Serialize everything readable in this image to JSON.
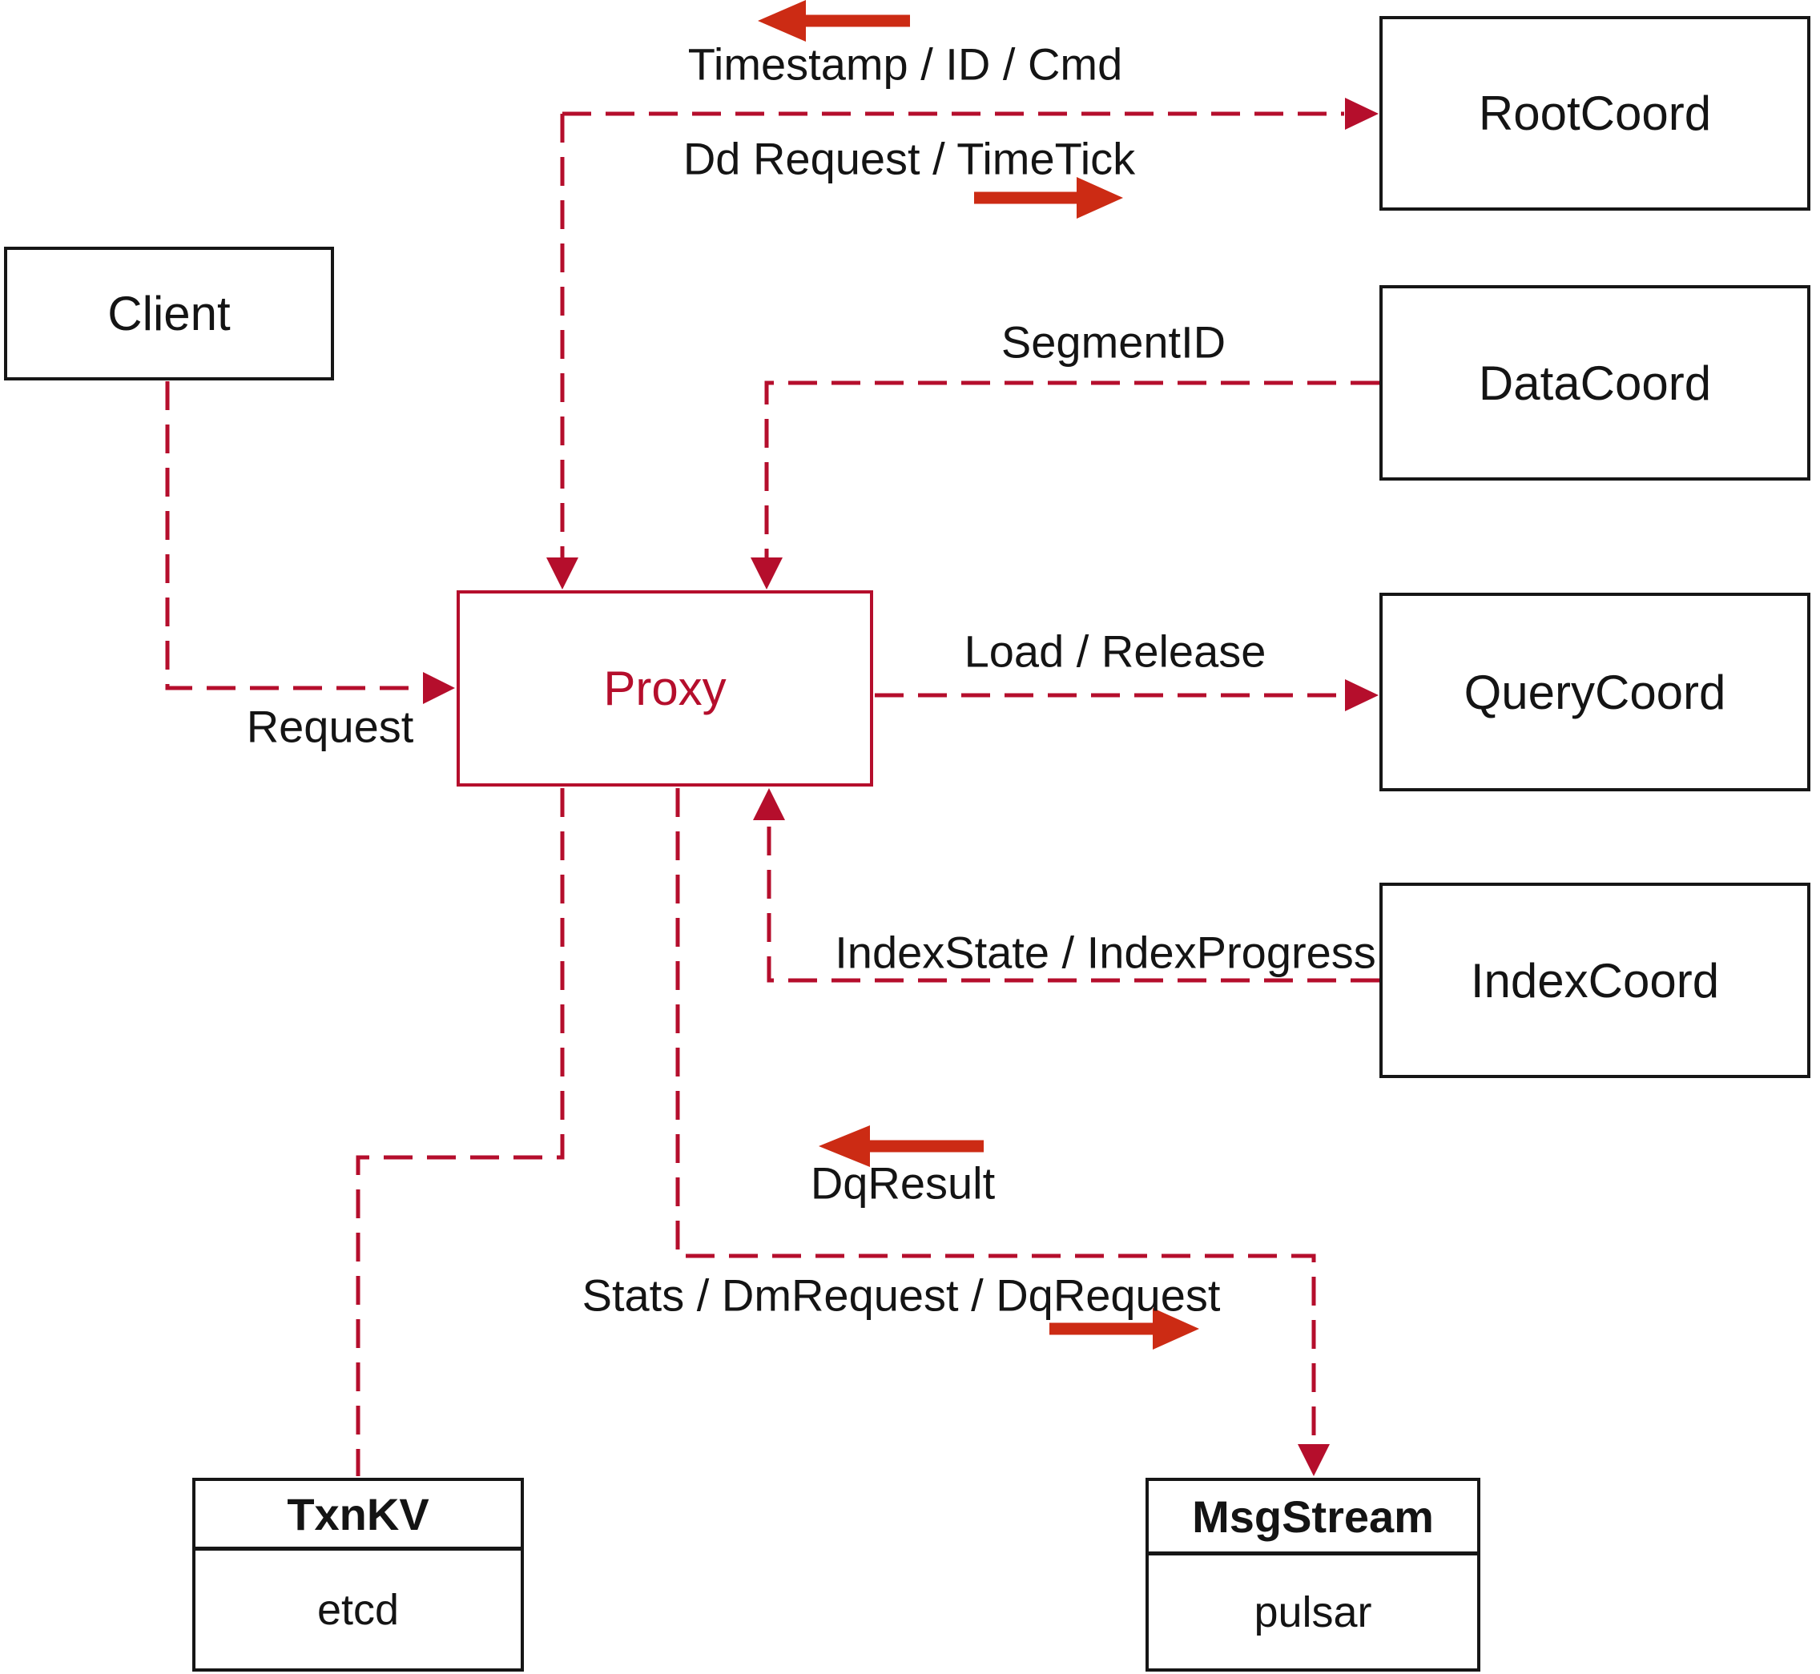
{
  "diagram": {
    "nodes": {
      "client": {
        "label": "Client"
      },
      "rootcoord": {
        "label": "RootCoord"
      },
      "datacoord": {
        "label": "DataCoord"
      },
      "querycoord": {
        "label": "QueryCoord"
      },
      "indexcoord": {
        "label": "IndexCoord"
      },
      "proxy": {
        "label": "Proxy"
      },
      "txnkv": {
        "title": "TxnKV",
        "subtitle": "etcd"
      },
      "msgstream": {
        "title": "MsgStream",
        "subtitle": "pulsar"
      }
    },
    "edge_labels": {
      "timestamp": "Timestamp / ID / Cmd",
      "dd_request": "Dd Request / TimeTick",
      "segment_id": "SegmentID",
      "load_release": "Load / Release",
      "index_state": "IndexState / IndexProgress",
      "dq_result": "DqResult",
      "stats": "Stats / DmRequest / DqRequest",
      "request": "Request"
    },
    "colors": {
      "line_red": "#b50e2c",
      "arrow_red": "#cc2b14",
      "box_border": "#161616",
      "text_black": "#141414",
      "background": "#ffffff"
    }
  }
}
